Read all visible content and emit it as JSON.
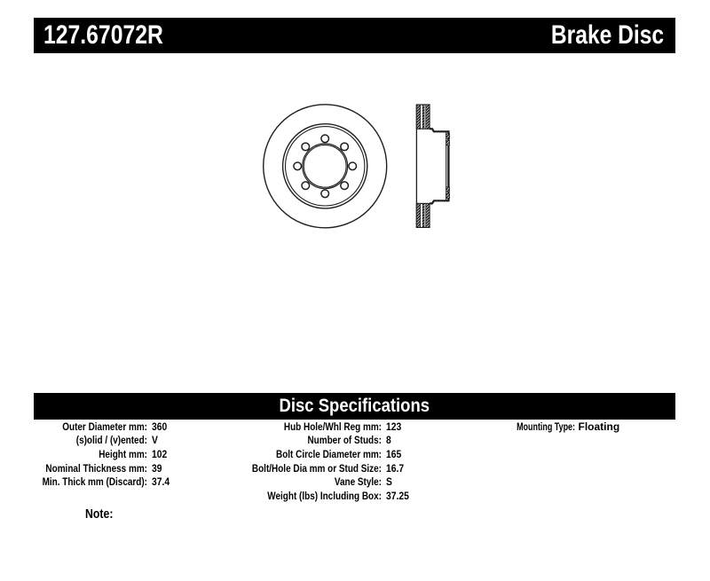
{
  "header": {
    "part_number": "127.67072R",
    "product_type": "Brake Disc"
  },
  "specs": {
    "title": "Disc Specifications",
    "col1": [
      {
        "label": "Outer Diameter mm:",
        "value": "360"
      },
      {
        "label": "(s)olid / (v)ented:",
        "value": "V"
      },
      {
        "label": "Height mm:",
        "value": "102"
      },
      {
        "label": "Nominal Thickness mm:",
        "value": "39"
      },
      {
        "label": "Min. Thick mm (Discard):",
        "value": "37.4"
      }
    ],
    "col2": [
      {
        "label": "Hub Hole/Whl Reg mm:",
        "value": "123"
      },
      {
        "label": "Number of Studs:",
        "value": "8"
      },
      {
        "label": "Bolt Circle Diameter mm:",
        "value": "165"
      },
      {
        "label": "Bolt/Hole Dia mm or Stud Size:",
        "value": "16.7"
      },
      {
        "label": "Vane Style:",
        "value": "S"
      },
      {
        "label": "Weight (lbs) Including Box:",
        "value": "37.25"
      }
    ],
    "col3": [
      {
        "label": "Mounting Type:",
        "value": "Floating"
      }
    ],
    "note_label": "Note:"
  },
  "drawing": {
    "stud_count": 8,
    "line_color": "#1f1f1f"
  }
}
